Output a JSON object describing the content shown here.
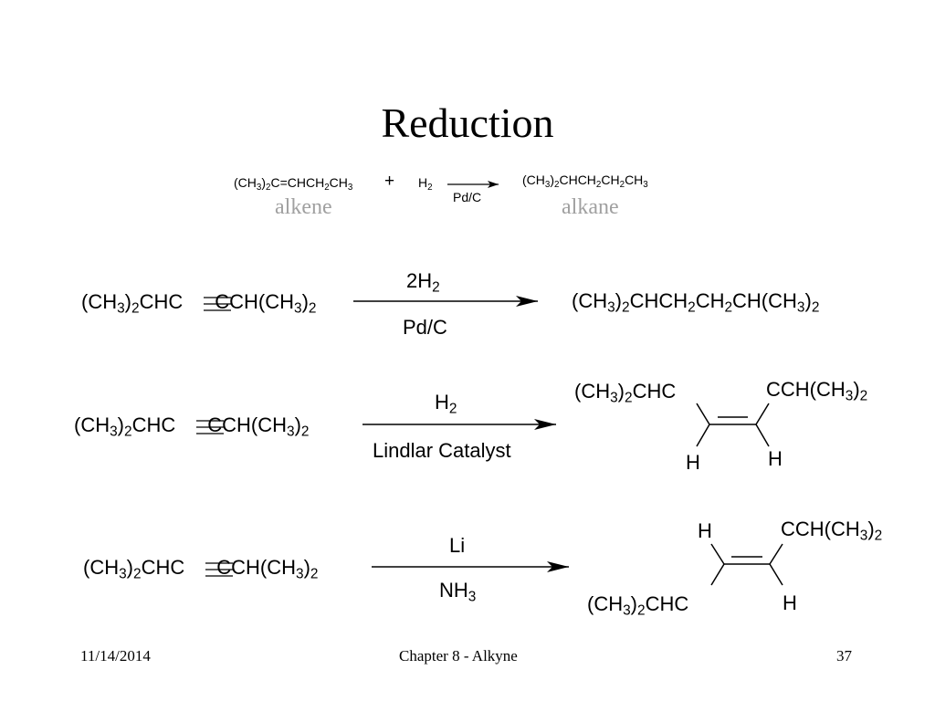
{
  "slide": {
    "title": "Reduction",
    "footer": {
      "date": "11/14/2014",
      "chapter": "Chapter 8 - Alkyne",
      "page": "37"
    },
    "label_color": "#a0a0a0"
  },
  "alkene_reaction": {
    "reactant": {
      "p1": "(CH",
      "s1": "3",
      "p2": ")",
      "s2": "2",
      "p3": "C=CHCH",
      "s3": "2",
      "p4": "CH",
      "s4": "3"
    },
    "plus": "+",
    "reagent": {
      "p1": "H",
      "s1": "2"
    },
    "catalyst": "Pd/C",
    "product": {
      "p1": "(CH",
      "s1": "3",
      "p2": ")",
      "s2": "2",
      "p3": "CHCH",
      "s3": "2",
      "p4": "CH",
      "s4": "2",
      "p5": "CH",
      "s5": "3"
    },
    "reactant_label": "alkene",
    "product_label": "alkane"
  },
  "reaction1": {
    "reactant": {
      "p1": "(CH",
      "s1": "3",
      "p2": ")",
      "s2": "2",
      "p3": "CHC",
      "p4": "CCH(CH",
      "s4": "3",
      "p5": ")",
      "s5": "2"
    },
    "reagent_above": {
      "p1": "2H",
      "s1": "2"
    },
    "reagent_below": "Pd/C",
    "product": {
      "p1": "(CH",
      "s1": "3",
      "p2": ")",
      "s2": "2",
      "p3": "CHCH",
      "s3": "2",
      "p4": "CH",
      "s4": "2",
      "p5": "CH(CH",
      "s5": "3",
      "p6": ")",
      "s6": "2"
    }
  },
  "reaction2": {
    "reactant": {
      "p1": "(CH",
      "s1": "3",
      "p2": ")",
      "s2": "2",
      "p3": "CHC",
      "p4": "CCH(CH",
      "s4": "3",
      "p5": ")",
      "s5": "2"
    },
    "reagent_above": {
      "p1": "H",
      "s1": "2"
    },
    "reagent_below": "Lindlar Catalyst",
    "product": {
      "left_group": {
        "p1": "(CH",
        "s1": "3",
        "p2": ")",
        "s2": "2",
        "p3": "CHC"
      },
      "right_group": {
        "p1": "CCH(CH",
        "s1": "3",
        "p2": ")",
        "s2": "2"
      },
      "h_left": "H",
      "h_right": "H"
    }
  },
  "reaction3": {
    "reactant": {
      "p1": "(CH",
      "s1": "3",
      "p2": ")",
      "s2": "2",
      "p3": "CHC",
      "p4": "CCH(CH",
      "s4": "3",
      "p5": ")",
      "s5": "2"
    },
    "reagent_above": "Li",
    "reagent_below": {
      "p1": "NH",
      "s1": "3"
    },
    "product": {
      "h_top": "H",
      "right_group": {
        "p1": "CCH(CH",
        "s1": "3",
        "p2": ")",
        "s2": "2"
      },
      "left_group": {
        "p1": "(CH",
        "s1": "3",
        "p2": ")",
        "s2": "2",
        "p3": "CHC"
      },
      "h_bottom": "H"
    }
  }
}
